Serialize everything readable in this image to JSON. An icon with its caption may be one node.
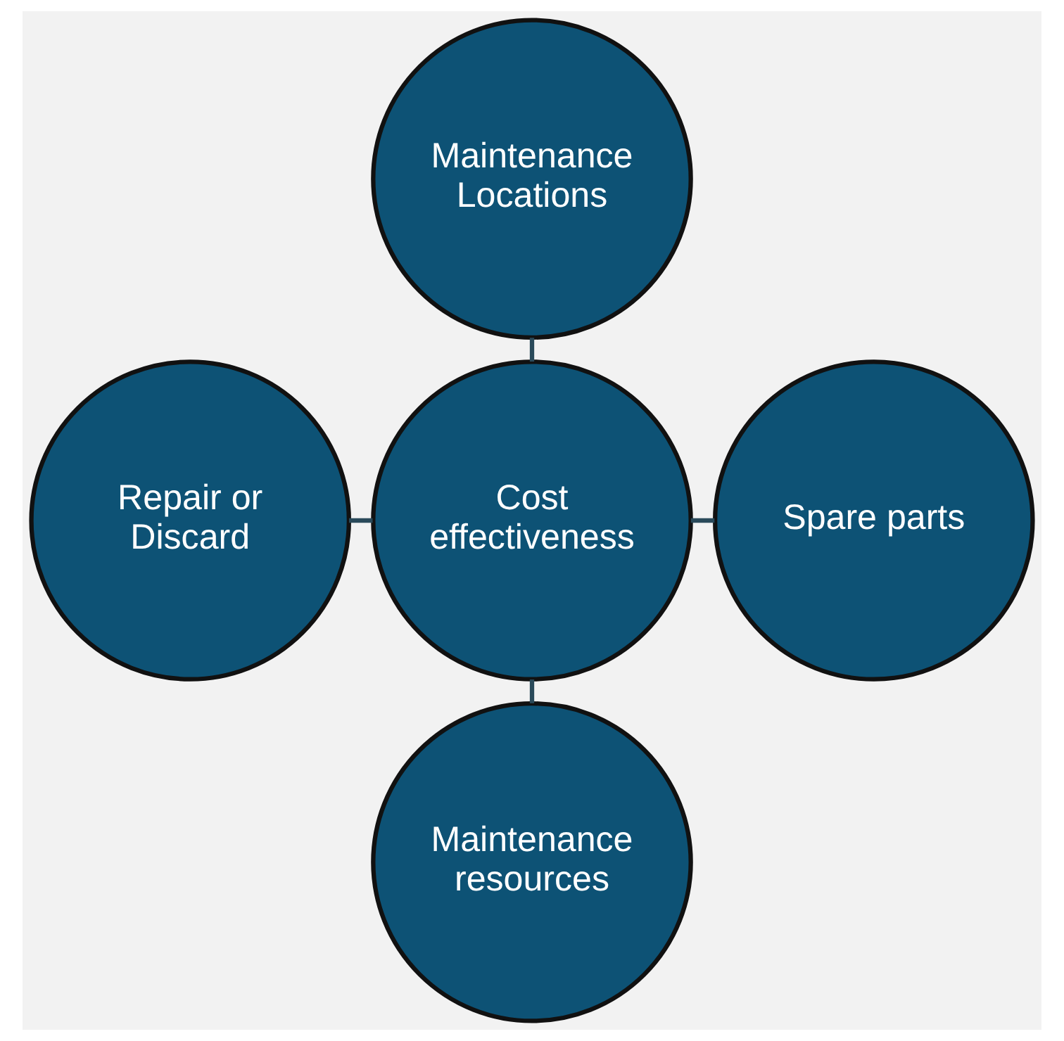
{
  "diagram": {
    "nodes": [
      {
        "text": [
          "Maintenance Locations"
        ]
      },
      {
        "text": [
          "Repair or Discard"
        ]
      },
      {
        "text": [
          "Cost effectiveness"
        ]
      },
      {
        "text": [
          "Spare parts"
        ]
      },
      {
        "text": [
          "Maintenance resources"
        ]
      }
    ],
    "edges": [
      {
        "from": 0,
        "to": 2,
        "arrow": "none"
      },
      {
        "from": 1,
        "to": 2,
        "arrow": "none"
      },
      {
        "from": 2,
        "to": 3,
        "arrow": "none"
      },
      {
        "from": 2,
        "to": 4,
        "arrow": "none"
      }
    ]
  }
}
